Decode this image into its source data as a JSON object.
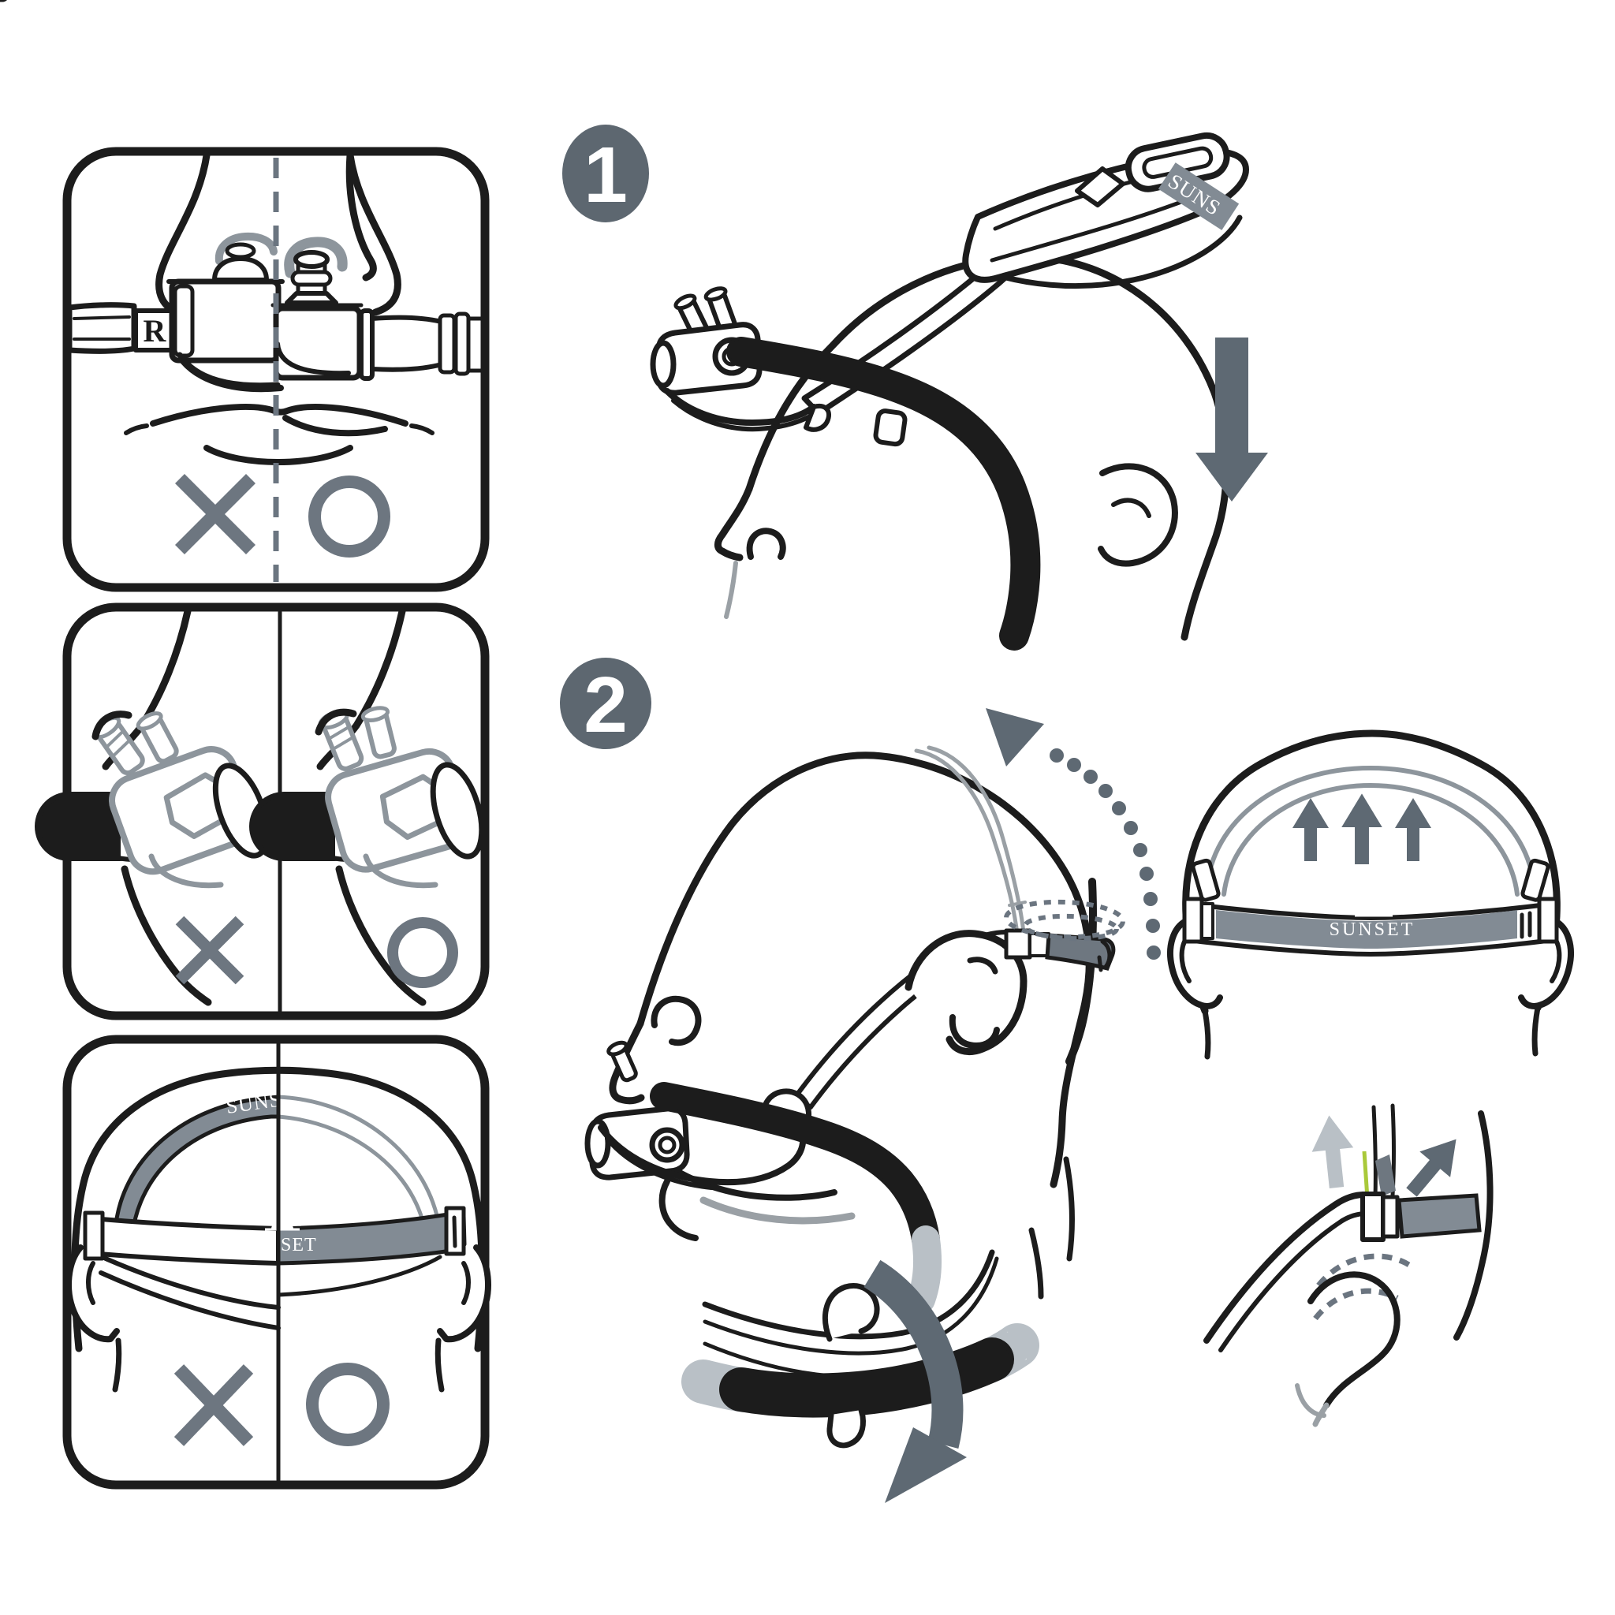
{
  "figure": {
    "background": "#ffffff",
    "colors": {
      "line": "#1c1c1c",
      "accent": "#5e6973",
      "badge": "#5d6770",
      "strap_fill": "#828b94",
      "strap_dark": "#6e7780",
      "soft_gray": "#8d959c",
      "faded_gray": "#b9c0c6",
      "mark_gray": "#6d7680",
      "green_hint": "#a9c93a"
    },
    "icons": {
      "incorrect": "cross-icon",
      "correct": "circle-icon",
      "pull_down": "down-arrow-icon",
      "lift_up": "up-arrow-icon",
      "swing_back": "dotted-arc-arrow-icon",
      "rotate_tube": "curved-arrow-icon",
      "brand_logo": "sunset-logo-icon"
    }
  },
  "panels": [
    {
      "name": "mask-orientation-front",
      "right_marker": "R",
      "incorrect_mark": "X",
      "correct_mark": "O"
    },
    {
      "name": "pillow-angle-side",
      "incorrect_mark": "X",
      "correct_mark": "O"
    },
    {
      "name": "headgear-position-back",
      "arch_label": "SUNS",
      "back_label": "SET",
      "incorrect_mark": "X",
      "correct_mark": "O"
    }
  ],
  "steps": [
    {
      "number": "1",
      "headgear_label": "SUNS"
    },
    {
      "number": "2",
      "back_strap_label": "SUNSET"
    }
  ]
}
